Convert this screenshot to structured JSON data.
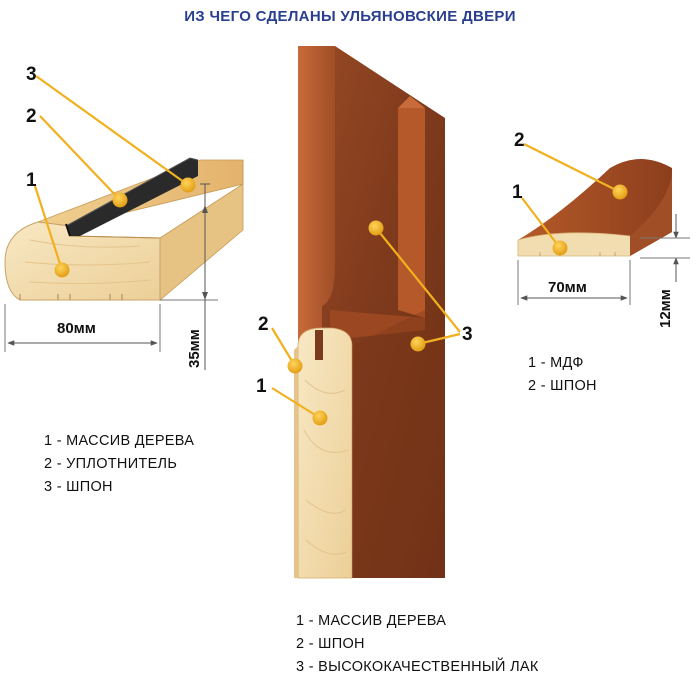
{
  "title": "ИЗ ЧЕГО СДЕЛАНЫ УЛЬЯНОВСКИЕ ДВЕРИ",
  "frame": {
    "callouts": [
      "1",
      "2",
      "3"
    ],
    "width_label": "80мм",
    "height_label": "35мм",
    "legend": [
      "1 - МАССИВ ДЕРЕВА",
      "2 - УПЛОТНИТЕЛЬ",
      "3 - ШПОН"
    ]
  },
  "door": {
    "callouts": [
      "1",
      "2",
      "3"
    ],
    "legend": [
      "1 - МАССИВ ДЕРЕВА",
      "2 - ШПОН",
      "3 - ВЫСОКОКАЧЕСТВЕННЫЙ ЛАК"
    ]
  },
  "trim": {
    "callouts": [
      "1",
      "2"
    ],
    "width_label": "70мм",
    "height_label": "12мм",
    "legend": [
      "1 - МДФ",
      "2 - ШПОН"
    ]
  },
  "colors": {
    "title": "#2a3f8f",
    "callout_dot": "#f2b01e",
    "veneer": "#8a3f20",
    "pine": "#f3deb0"
  }
}
